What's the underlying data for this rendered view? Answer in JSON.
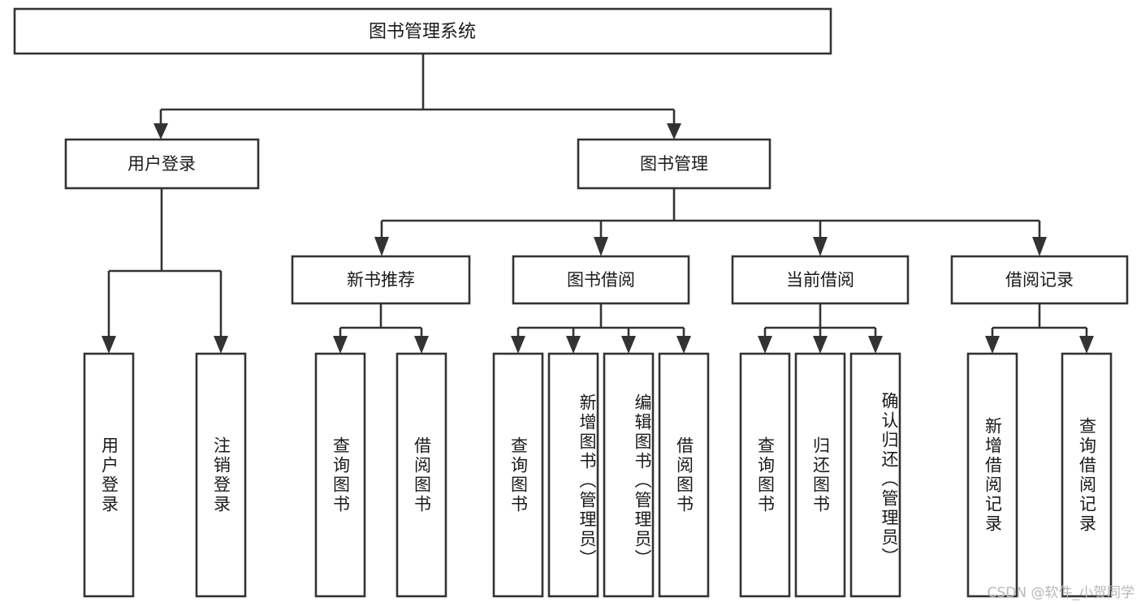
{
  "diagram": {
    "title": "图书管理系统",
    "type": "tree-hierarchy-chart",
    "root": {
      "label": "图书管理系统"
    },
    "level1": [
      {
        "label": "用户登录"
      },
      {
        "label": "图书管理"
      }
    ],
    "level2": [
      {
        "label": "新书推荐"
      },
      {
        "label": "图书借阅"
      },
      {
        "label": "当前借阅"
      },
      {
        "label": "借阅记录"
      }
    ],
    "leaves": {
      "user_login": [
        {
          "label": "用户登录"
        },
        {
          "label": "注销登录"
        }
      ],
      "new_book_recommend": [
        {
          "label": "查询图书"
        },
        {
          "label": "借阅图书"
        }
      ],
      "book_borrow": [
        {
          "label": "查询图书"
        },
        {
          "label": "新增图书（管理员）"
        },
        {
          "label": "编辑图书（管理员）"
        },
        {
          "label": "借阅图书"
        }
      ],
      "current_borrow": [
        {
          "label": "查询图书"
        },
        {
          "label": "归还图书"
        },
        {
          "label": "确认归还（管理员）"
        }
      ],
      "borrow_record": [
        {
          "label": "新增借阅记录"
        },
        {
          "label": "查询借阅记录"
        }
      ]
    }
  },
  "watermark": {
    "text": "CSDN @软件_小贺同学"
  },
  "colors": {
    "stroke": "#333333",
    "box_fill": "#ffffff",
    "text": "#1a1a1a",
    "background": "#ffffff",
    "watermark": "#b8b8b8"
  }
}
